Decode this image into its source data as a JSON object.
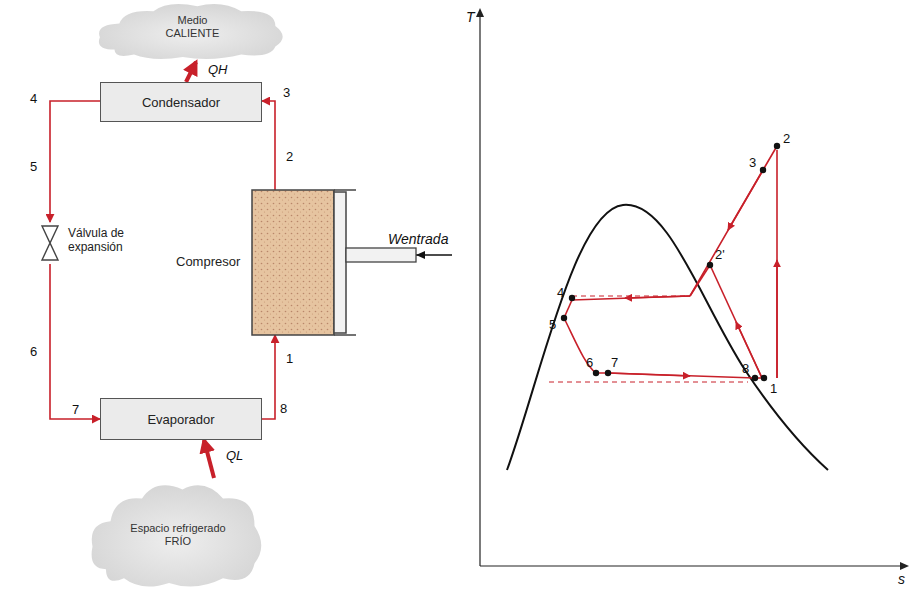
{
  "diagram": {
    "nodes": [
      {
        "text": [
          "Medio CALIENTE"
        ]
      },
      {
        "text": [
          "Condensador"
        ]
      },
      {
        "text": [
          "Compresor"
        ]
      },
      {
        "text": [
          "Válvula de expansión"
        ]
      },
      {
        "text": [
          "Evaporador"
        ]
      },
      {
        "text": [
          "Espacio refrigerado FRÍO"
        ]
      }
    ],
    "edges": [
      {
        "from": 2,
        "to": 1,
        "arrow": "to"
      },
      {
        "from": 1,
        "to": 3,
        "arrow": "to"
      },
      {
        "from": 3,
        "to": 4,
        "arrow": "to"
      },
      {
        "from": 4,
        "to": 2,
        "arrow": "to"
      },
      {
        "from": 1,
        "to": 0,
        "label": "QH",
        "arrow": "to"
      },
      {
        "from": 5,
        "to": 4,
        "label": "QL",
        "arrow": "to"
      }
    ],
    "labels": [
      "Wentrada",
      "4",
      "5",
      "6",
      "7",
      "3",
      "2",
      "8",
      "1",
      "T",
      "s",
      "2",
      "3",
      "2'",
      "4",
      "5",
      "6",
      "7",
      "8",
      "1"
    ]
  }
}
